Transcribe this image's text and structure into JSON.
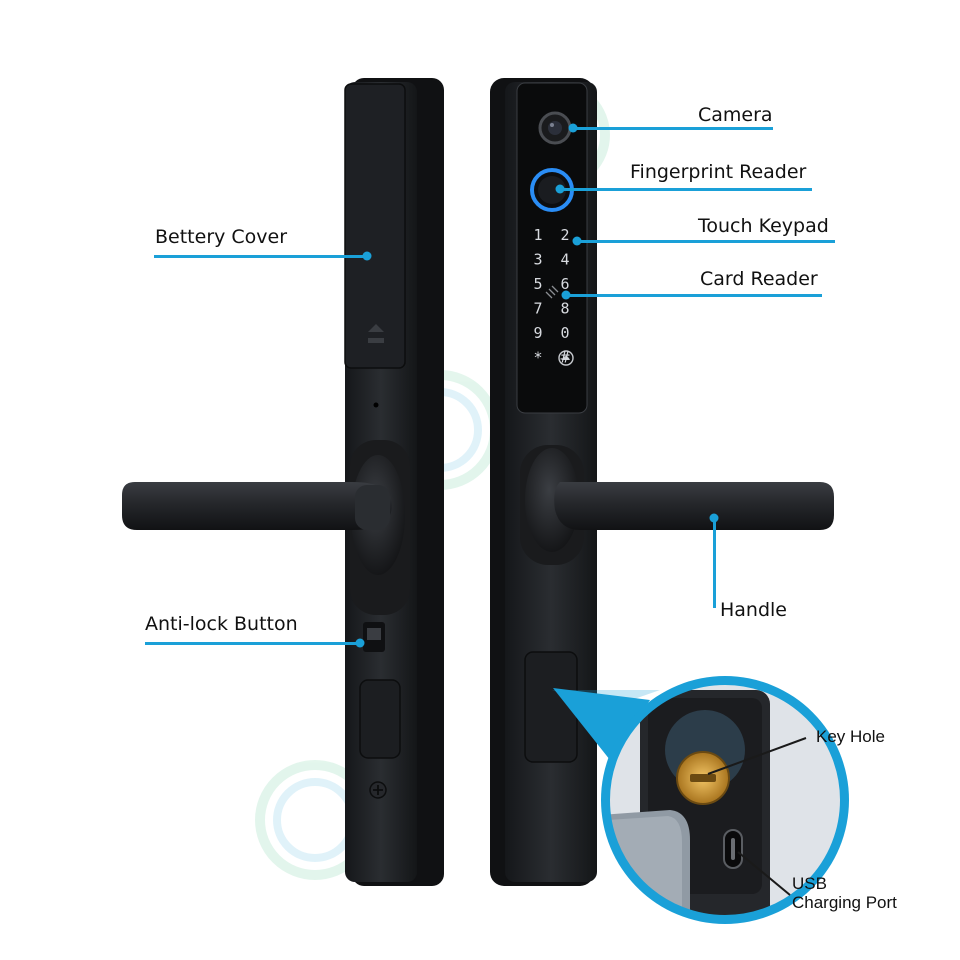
{
  "labels": {
    "camera": "Camera",
    "fingerprint": "Fingerprint Reader",
    "keypad": "Touch Keypad",
    "card_reader": "Card Reader",
    "battery_cover": "Bettery Cover",
    "handle": "Handle",
    "anti_lock": "Anti-lock Button",
    "key_hole": "Key Hole",
    "usb_line1": "USB",
    "usb_line2": "Charging Port"
  },
  "keypad_keys": [
    "1",
    "2",
    "3",
    "4",
    "5",
    "6",
    "7",
    "8",
    "9",
    "0",
    "*",
    "#"
  ],
  "colors": {
    "callout": "#1aa0d8",
    "lock_body": "#1d1f22",
    "lock_edge": "#2e3136",
    "ring_blue": "#2a8df5",
    "background": "#ffffff"
  },
  "icons": [
    "camera-icon",
    "fingerprint-icon",
    "nfc-card-icon",
    "doorbell-icon",
    "screw-icon",
    "key-hole-icon",
    "usb-port-icon"
  ]
}
